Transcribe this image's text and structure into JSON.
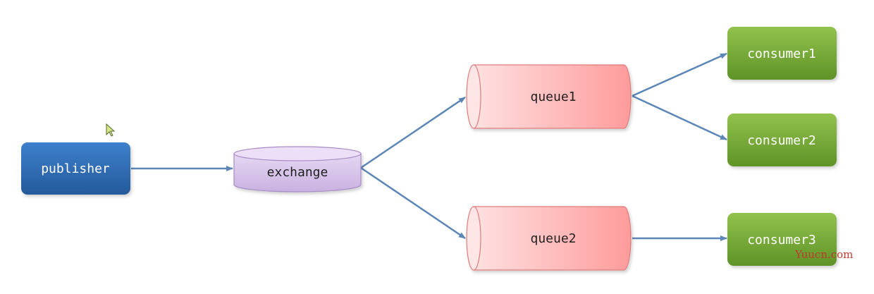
{
  "diagram": {
    "publisher": {
      "label": "publisher"
    },
    "exchange": {
      "label": "exchange"
    },
    "queues": [
      {
        "label": "queue1"
      },
      {
        "label": "queue2"
      }
    ],
    "consumers": [
      {
        "label": "consumer1"
      },
      {
        "label": "consumer2"
      },
      {
        "label": "consumer3"
      }
    ],
    "watermark": "Yuucn.com",
    "colors": {
      "publisher": "#2f6db5",
      "exchange": "#d9c6ec",
      "queue": "#ffb3b3",
      "consumer": "#7fb33c",
      "arrow": "#5b86b5"
    }
  }
}
